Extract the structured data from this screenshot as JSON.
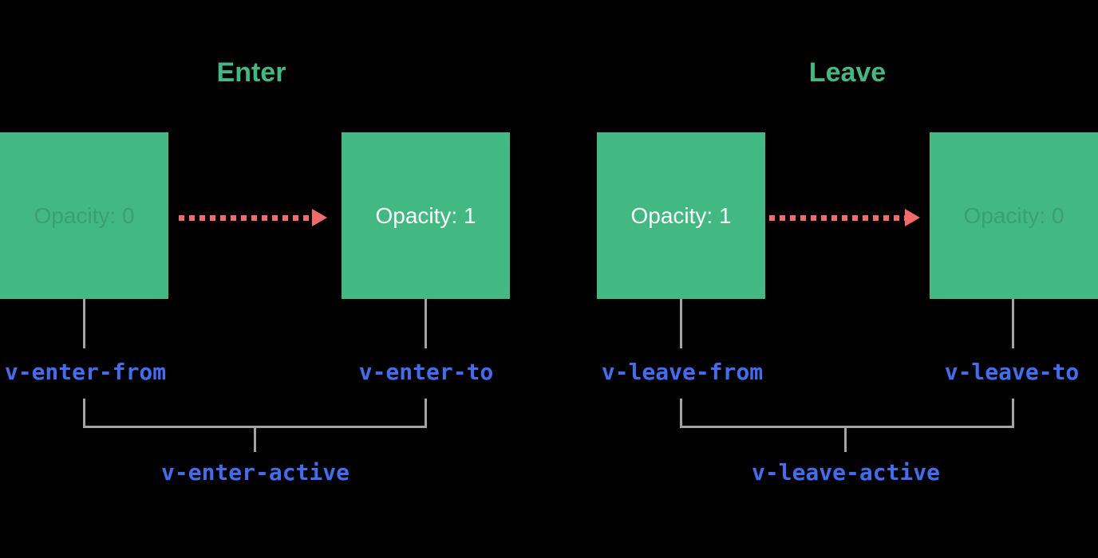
{
  "colors": {
    "background": "#000000",
    "box_green": "#42b883",
    "title_green": "#42b883",
    "class_label_blue": "#3f6ef3",
    "arrow_red": "#f76a6a",
    "connector_gray": "#a3a3a3",
    "box_text_white": "#ffffff"
  },
  "enter": {
    "title": "Enter",
    "from_box_label": "Opacity: 0",
    "to_box_label": "Opacity: 1",
    "from_class": "v-enter-from",
    "to_class": "v-enter-to",
    "active_class": "v-enter-active"
  },
  "leave": {
    "title": "Leave",
    "from_box_label": "Opacity: 1",
    "to_box_label": "Opacity: 0",
    "from_class": "v-leave-from",
    "to_class": "v-leave-to",
    "active_class": "v-leave-active"
  }
}
